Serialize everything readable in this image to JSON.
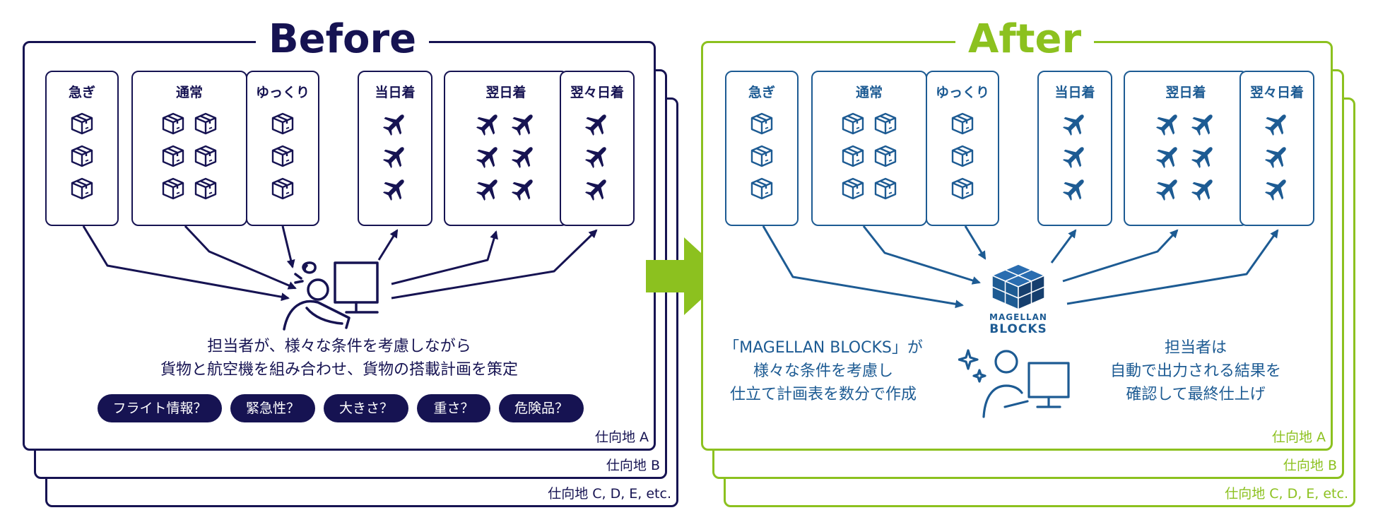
{
  "colors": {
    "before_navy": "#161352",
    "after_blue": "#1d5b93",
    "after_green": "#8cc11f",
    "arrow_green": "#8cc11f"
  },
  "before": {
    "title": "Before",
    "columns": [
      {
        "label": "急ぎ",
        "icon": "box-icon",
        "count": 3,
        "grid": 1
      },
      {
        "label": "通常",
        "icon": "box-icon",
        "count": 6,
        "grid": 2
      },
      {
        "label": "ゆっくり",
        "icon": "box-icon",
        "count": 3,
        "grid": 1
      },
      {
        "label": "当日着",
        "icon": "airplane-icon",
        "count": 3,
        "grid": 1
      },
      {
        "label": "翌日着",
        "icon": "airplane-icon",
        "count": 6,
        "grid": 2
      },
      {
        "label": "翌々日着",
        "icon": "airplane-icon",
        "count": 3,
        "grid": 1
      }
    ],
    "center_icon": "overwhelmed-worker-icon",
    "description": [
      "担当者が、様々な条件を考慮しながら",
      "貨物と航空機を組み合わせ、貨物の搭載計画を策定"
    ],
    "questions": [
      "フライト情報？",
      "緊急性？",
      "大きさ？",
      "重さ？",
      "危険品？"
    ],
    "destinations": [
      "仕向地 A",
      "仕向地 B",
      "仕向地 C, D, E, etc."
    ]
  },
  "after": {
    "title": "After",
    "columns": [
      {
        "label": "急ぎ",
        "icon": "box-icon",
        "count": 3,
        "grid": 1
      },
      {
        "label": "通常",
        "icon": "box-icon",
        "count": 6,
        "grid": 2
      },
      {
        "label": "ゆっくり",
        "icon": "box-icon",
        "count": 3,
        "grid": 1
      },
      {
        "label": "当日着",
        "icon": "airplane-icon",
        "count": 3,
        "grid": 1
      },
      {
        "label": "翌日着",
        "icon": "airplane-icon",
        "count": 6,
        "grid": 2
      },
      {
        "label": "翌々日着",
        "icon": "airplane-icon",
        "count": 3,
        "grid": 1
      }
    ],
    "logo": {
      "line1": "MAGELLAN",
      "line2": "BLOCKS",
      "icon": "magellan-cube-logo"
    },
    "left_text": [
      "「MAGELLAN BLOCKS」が",
      "様々な条件を考慮し",
      "仕立て計画表を数分で作成"
    ],
    "right_text": [
      "担当者は",
      "自動で出力される結果を",
      "確認して最終仕上げ"
    ],
    "worker_icon": "happy-worker-icon",
    "destinations": [
      "仕向地 A",
      "仕向地 B",
      "仕向地 C, D, E, etc."
    ]
  },
  "transition_arrow_icon": "right-arrow-icon"
}
